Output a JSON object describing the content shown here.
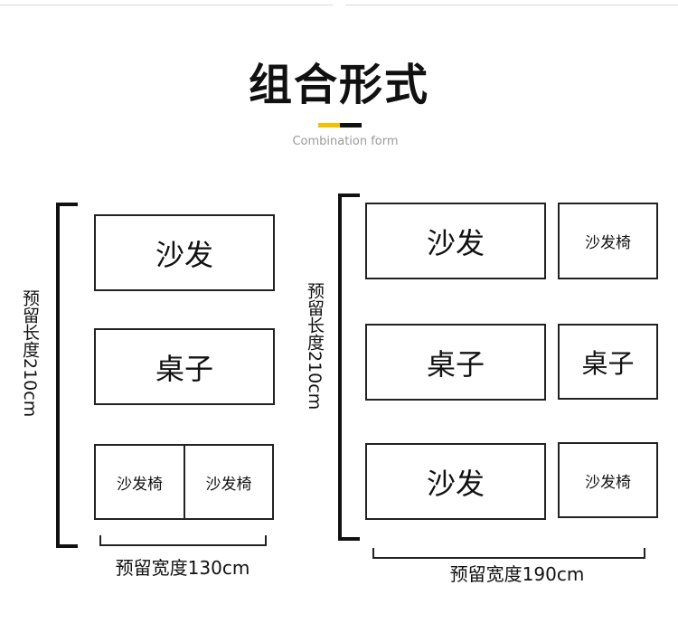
{
  "header": {
    "title": "组合形式",
    "subtitle": "Combination form",
    "accent_colors": {
      "yellow": "#f2c100",
      "dark": "#111111"
    }
  },
  "left": {
    "height_label": "预留长度210cm",
    "width_label": "预留宽度130cm",
    "rows": [
      {
        "items": [
          "沙发"
        ]
      },
      {
        "items": [
          "桌子"
        ]
      },
      {
        "items": [
          "沙发椅",
          "沙发椅"
        ]
      }
    ]
  },
  "right": {
    "height_label": "预留长度210cm",
    "width_label": "预留宽度190cm",
    "rows": [
      {
        "items": [
          "沙发",
          "沙发椅"
        ]
      },
      {
        "items": [
          "桌子",
          "桌子"
        ]
      },
      {
        "items": [
          "沙发",
          "沙发椅"
        ]
      }
    ]
  }
}
